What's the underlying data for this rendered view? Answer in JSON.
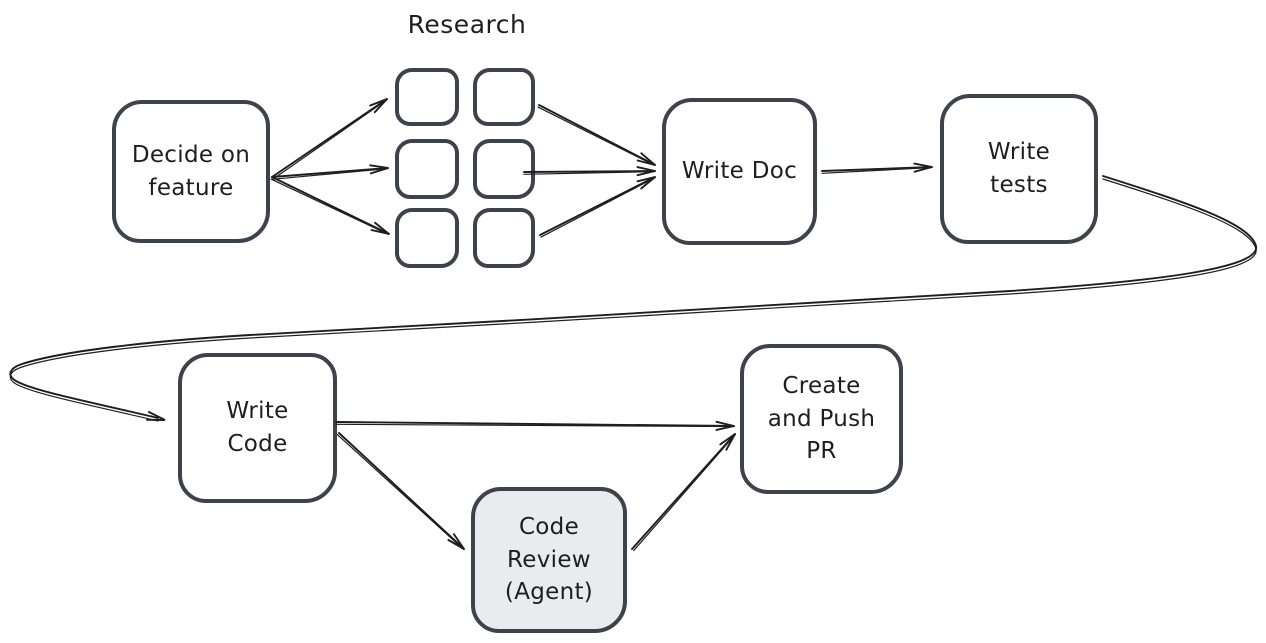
{
  "diagram": {
    "research_label": "Research",
    "nodes": {
      "decide_on_feature": {
        "label": "Decide on\nfeature"
      },
      "write_doc": {
        "label": "Write Doc"
      },
      "write_tests": {
        "label": "Write\ntests"
      },
      "write_code": {
        "label": "Write\nCode"
      },
      "code_review_agent": {
        "label": "Code\nReview\n(Agent)"
      },
      "create_and_push_pr": {
        "label": "Create\nand Push\nPR"
      }
    },
    "research_items_count": 6,
    "colors": {
      "box_stroke": "#3d434b",
      "arrow_stroke": "#1e1e1e",
      "text": "#1e1e1e",
      "box_fill": "#ffffff",
      "agent_box_fill": "#e9ebee",
      "background": "#ffffff"
    },
    "edges": [
      {
        "name": "decide-research-1",
        "from": "decide_on_feature",
        "to": "research_item_1"
      },
      {
        "name": "decide-research-2",
        "from": "decide_on_feature",
        "to": "research_item_3"
      },
      {
        "name": "decide-research-3",
        "from": "decide_on_feature",
        "to": "research_item_5"
      },
      {
        "name": "research-writedoc-1",
        "from": "research_item_2",
        "to": "write_doc"
      },
      {
        "name": "research-writedoc-2",
        "from": "research_item_4",
        "to": "write_doc"
      },
      {
        "name": "research-writedoc-3",
        "from": "research_item_6",
        "to": "write_doc"
      },
      {
        "name": "writedoc-writetests",
        "from": "write_doc",
        "to": "write_tests"
      },
      {
        "name": "writetests-writecode",
        "from": "write_tests",
        "to": "write_code"
      },
      {
        "name": "writecode-pr",
        "from": "write_code",
        "to": "create_and_push_pr"
      },
      {
        "name": "writecode-codereview",
        "from": "write_code",
        "to": "code_review_agent"
      },
      {
        "name": "codereview-pr",
        "from": "code_review_agent",
        "to": "create_and_push_pr"
      }
    ]
  }
}
